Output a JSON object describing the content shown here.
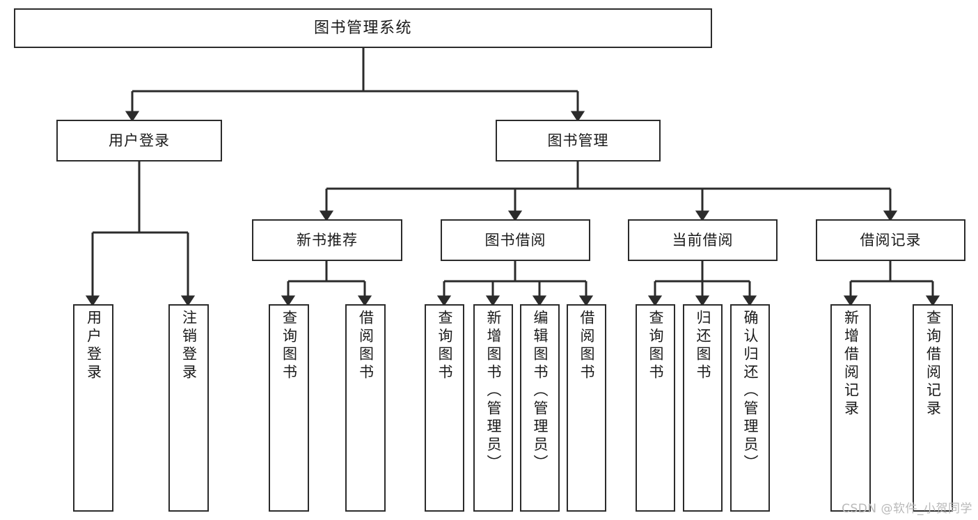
{
  "diagram": {
    "title": "图书管理系统",
    "type": "tree",
    "nodes": {
      "root": {
        "label": "图书管理系统"
      },
      "level1": [
        {
          "id": "user-login",
          "label": "用户登录"
        },
        {
          "id": "book-manage",
          "label": "图书管理"
        }
      ],
      "level2": [
        {
          "id": "new-book-recommend",
          "label": "新书推荐",
          "parent": "book-manage"
        },
        {
          "id": "book-borrow",
          "label": "图书借阅",
          "parent": "book-manage"
        },
        {
          "id": "current-borrow",
          "label": "当前借阅",
          "parent": "book-manage"
        },
        {
          "id": "borrow-record",
          "label": "借阅记录",
          "parent": "book-manage"
        }
      ],
      "leaves": [
        {
          "id": "leaf-user-login",
          "label": "用户登录",
          "parent": "user-login"
        },
        {
          "id": "leaf-logout-login",
          "label": "注销登录",
          "parent": "user-login"
        },
        {
          "id": "leaf-query-book-1",
          "label": "查询图书",
          "parent": "new-book-recommend"
        },
        {
          "id": "leaf-borrow-book-1",
          "label": "借阅图书",
          "parent": "new-book-recommend"
        },
        {
          "id": "leaf-query-book-2",
          "label": "查询图书",
          "parent": "book-borrow"
        },
        {
          "id": "leaf-add-book-admin",
          "label": "新增图书（管理员）",
          "parent": "book-borrow"
        },
        {
          "id": "leaf-edit-book-admin",
          "label": "编辑图书（管理员）",
          "parent": "book-borrow"
        },
        {
          "id": "leaf-borrow-book-2",
          "label": "借阅图书",
          "parent": "book-borrow"
        },
        {
          "id": "leaf-query-book-3",
          "label": "查询图书",
          "parent": "current-borrow"
        },
        {
          "id": "leaf-return-book",
          "label": "归还图书",
          "parent": "current-borrow"
        },
        {
          "id": "leaf-confirm-return-admin",
          "label": "确认归还（管理员）",
          "parent": "current-borrow"
        },
        {
          "id": "leaf-add-borrow-record",
          "label": "新增借阅记录",
          "parent": "borrow-record"
        },
        {
          "id": "leaf-query-borrow-record",
          "label": "查询借阅记录",
          "parent": "borrow-record"
        }
      ]
    },
    "colors": {
      "stroke": "#2b2b2b",
      "fill": "#ffffff",
      "text": "#1a1a1a",
      "watermark": "#b9b9b9"
    }
  },
  "watermark": {
    "text": "CSDN @软件_小贺同学"
  }
}
